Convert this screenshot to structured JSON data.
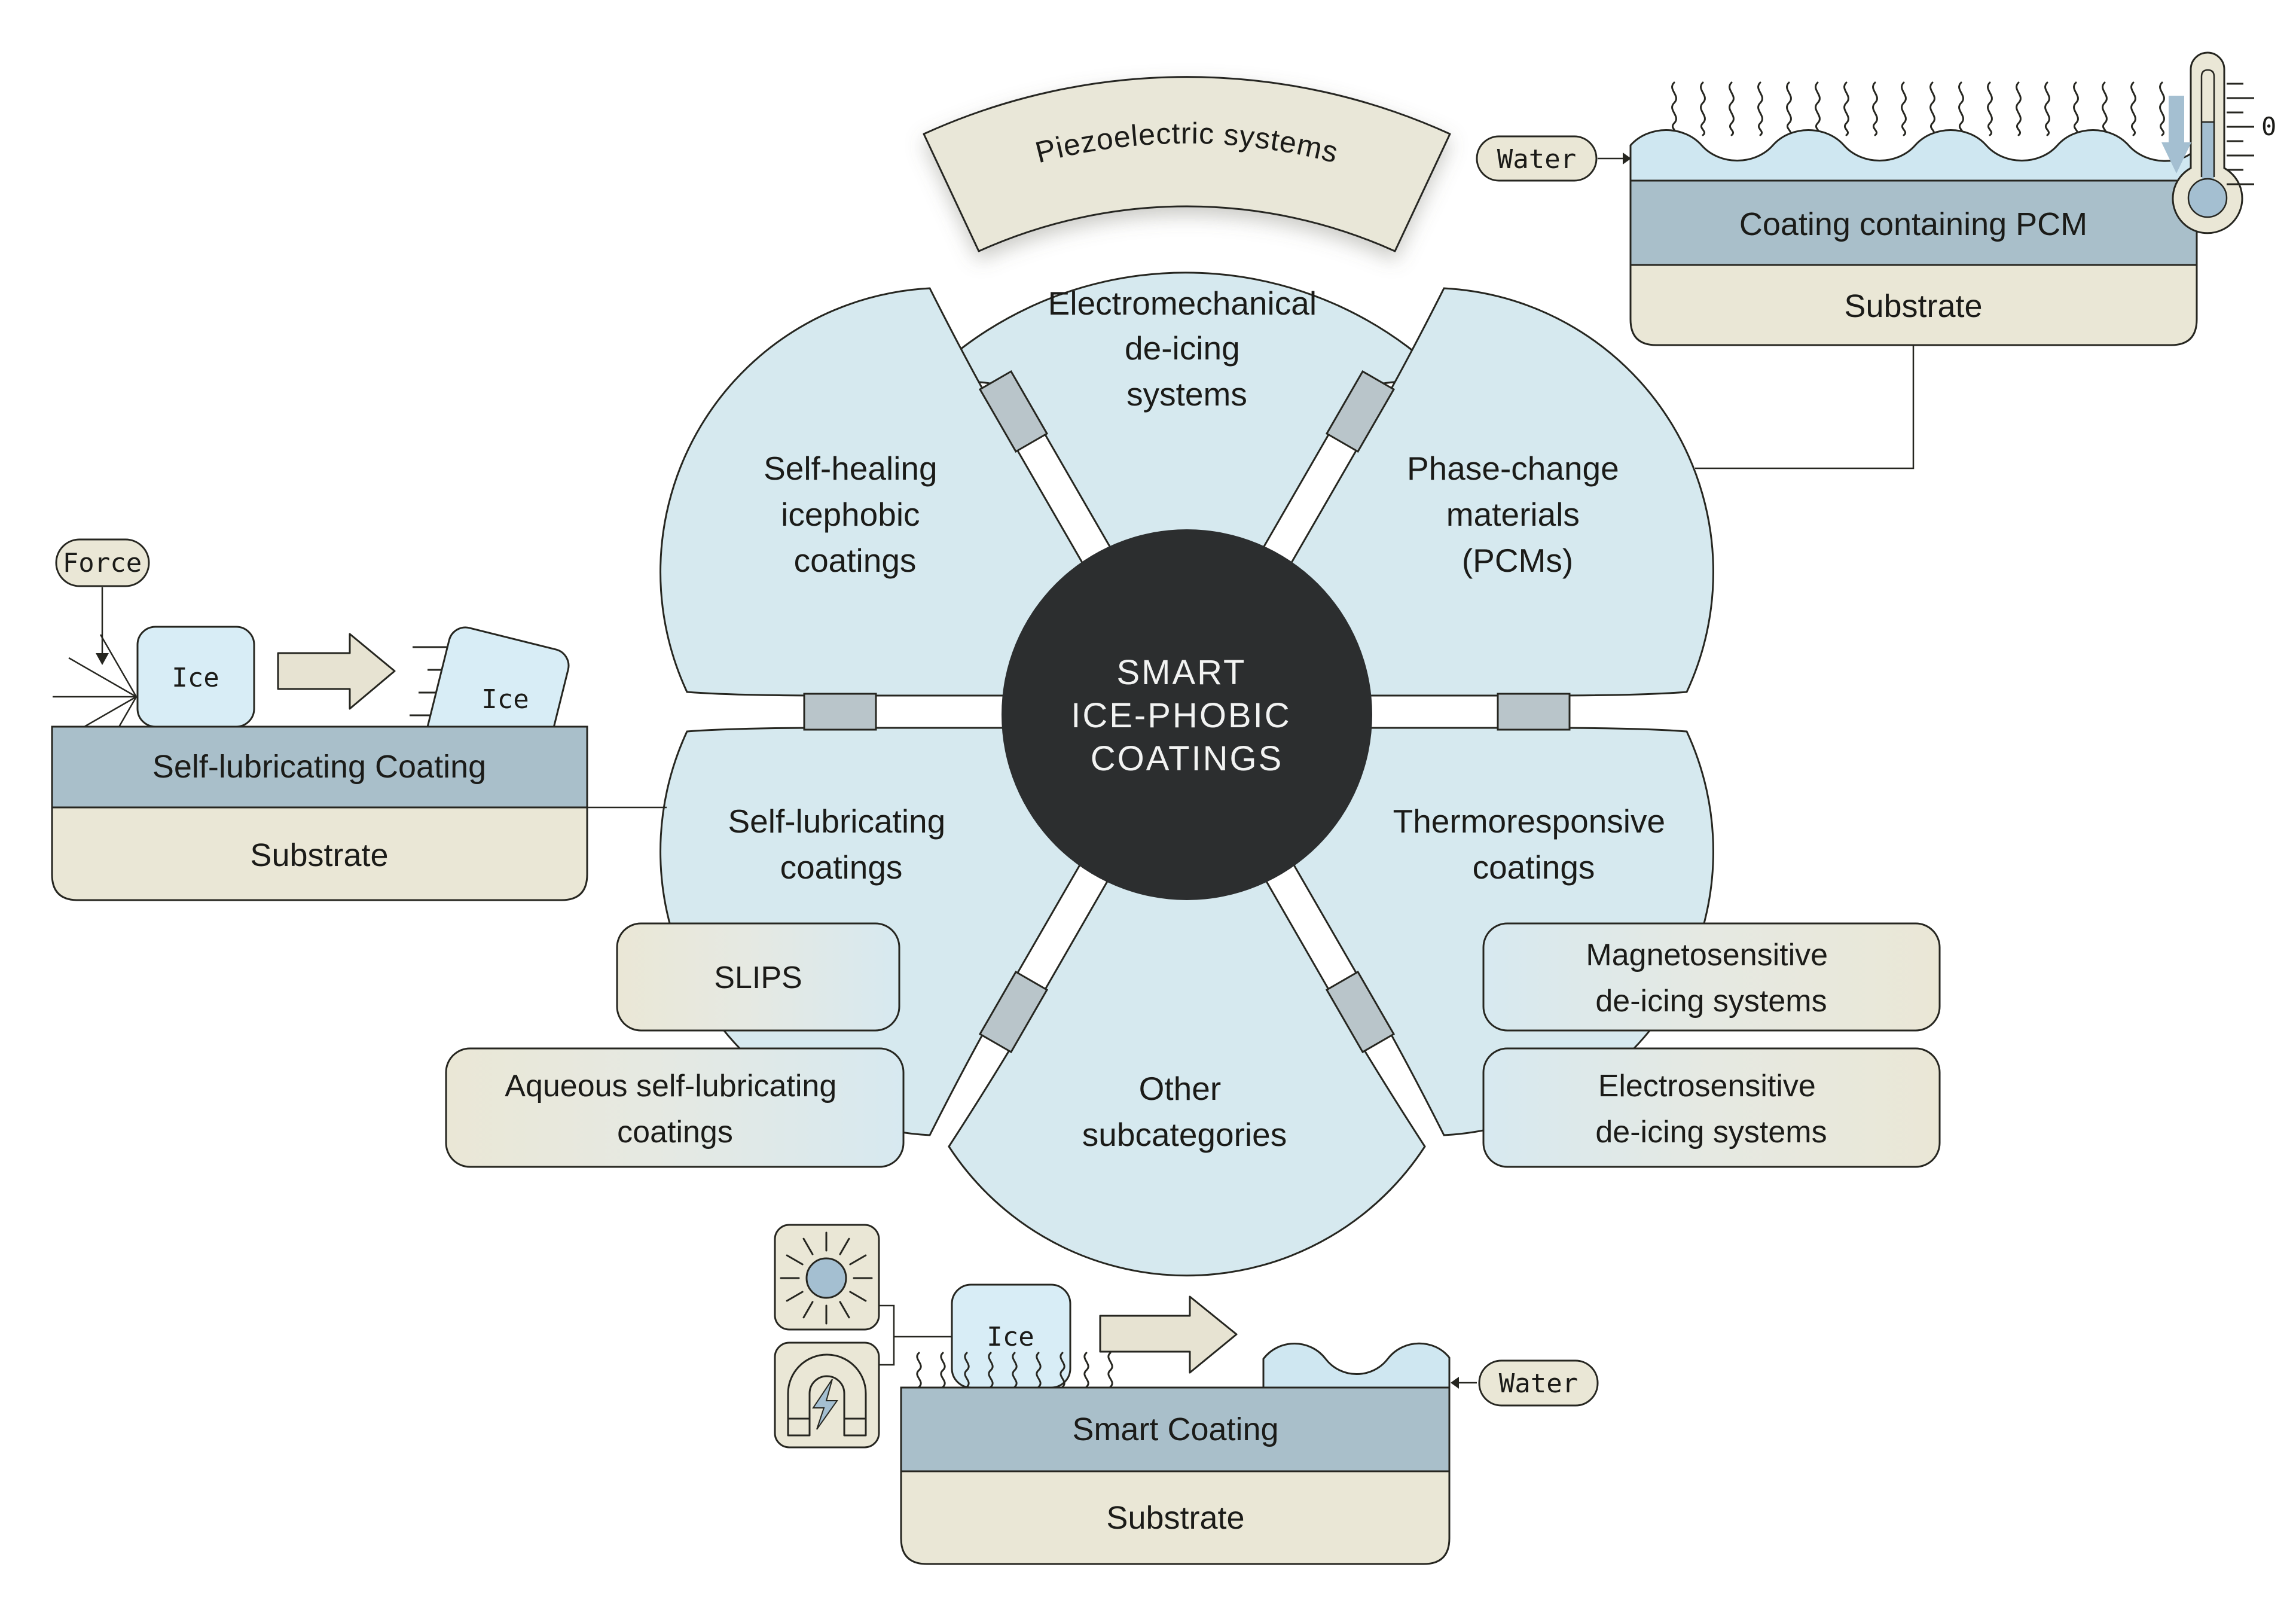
{
  "center": {
    "lines": [
      "SMART",
      "ICE-PHOBIC",
      "COATINGS"
    ]
  },
  "banner": {
    "label": "Piezoelectric systems"
  },
  "petals": {
    "electromechanical": {
      "lines": [
        "Electromechanical",
        "de-icing",
        "systems"
      ]
    },
    "self_healing": {
      "lines": [
        "Self-healing",
        "icephobic",
        "coatings"
      ]
    },
    "pcm": {
      "lines": [
        "Phase-change",
        "materials",
        "(PCMs)"
      ]
    },
    "self_lubricating": {
      "lines": [
        "Self-lubricating",
        "coatings"
      ]
    },
    "thermoresponsive": {
      "lines": [
        "Thermoresponsive",
        "coatings"
      ]
    },
    "other": {
      "lines": [
        "Other",
        "subcategories"
      ]
    }
  },
  "sub_labels": {
    "slips": "SLIPS",
    "aqueous": {
      "lines": [
        "Aqueous self-lubricating",
        "coatings"
      ]
    },
    "magneto": {
      "lines": [
        "Magnetosensitive",
        "de-icing systems"
      ]
    },
    "electro": {
      "lines": [
        "Electrosensitive",
        "de-icing systems"
      ]
    }
  },
  "pcm_demo": {
    "water": "Water",
    "coating": "Coating containing PCM",
    "substrate": "Substrate",
    "scale_zero": "0"
  },
  "force_demo": {
    "force": "Force",
    "ice_before": "Ice",
    "ice_after": "Ice",
    "coating": "Self-lubricating Coating",
    "substrate": "Substrate"
  },
  "smart_demo": {
    "ice": "Ice",
    "water": "Water",
    "coating": "Smart Coating",
    "substrate": "Substrate"
  },
  "colors": {
    "petal_blue": "#d6e9ef",
    "ice_blue": "#d8edf6",
    "water_blue": "#cfe7f1",
    "coating_gray_blue": "#a9bfca",
    "beige": "#eae7d6",
    "gap_gray": "#b9c5ca",
    "center_dark": "#2c2e2f",
    "accent_blue": "#a4bfd1",
    "stroke_dark": "#262620"
  }
}
